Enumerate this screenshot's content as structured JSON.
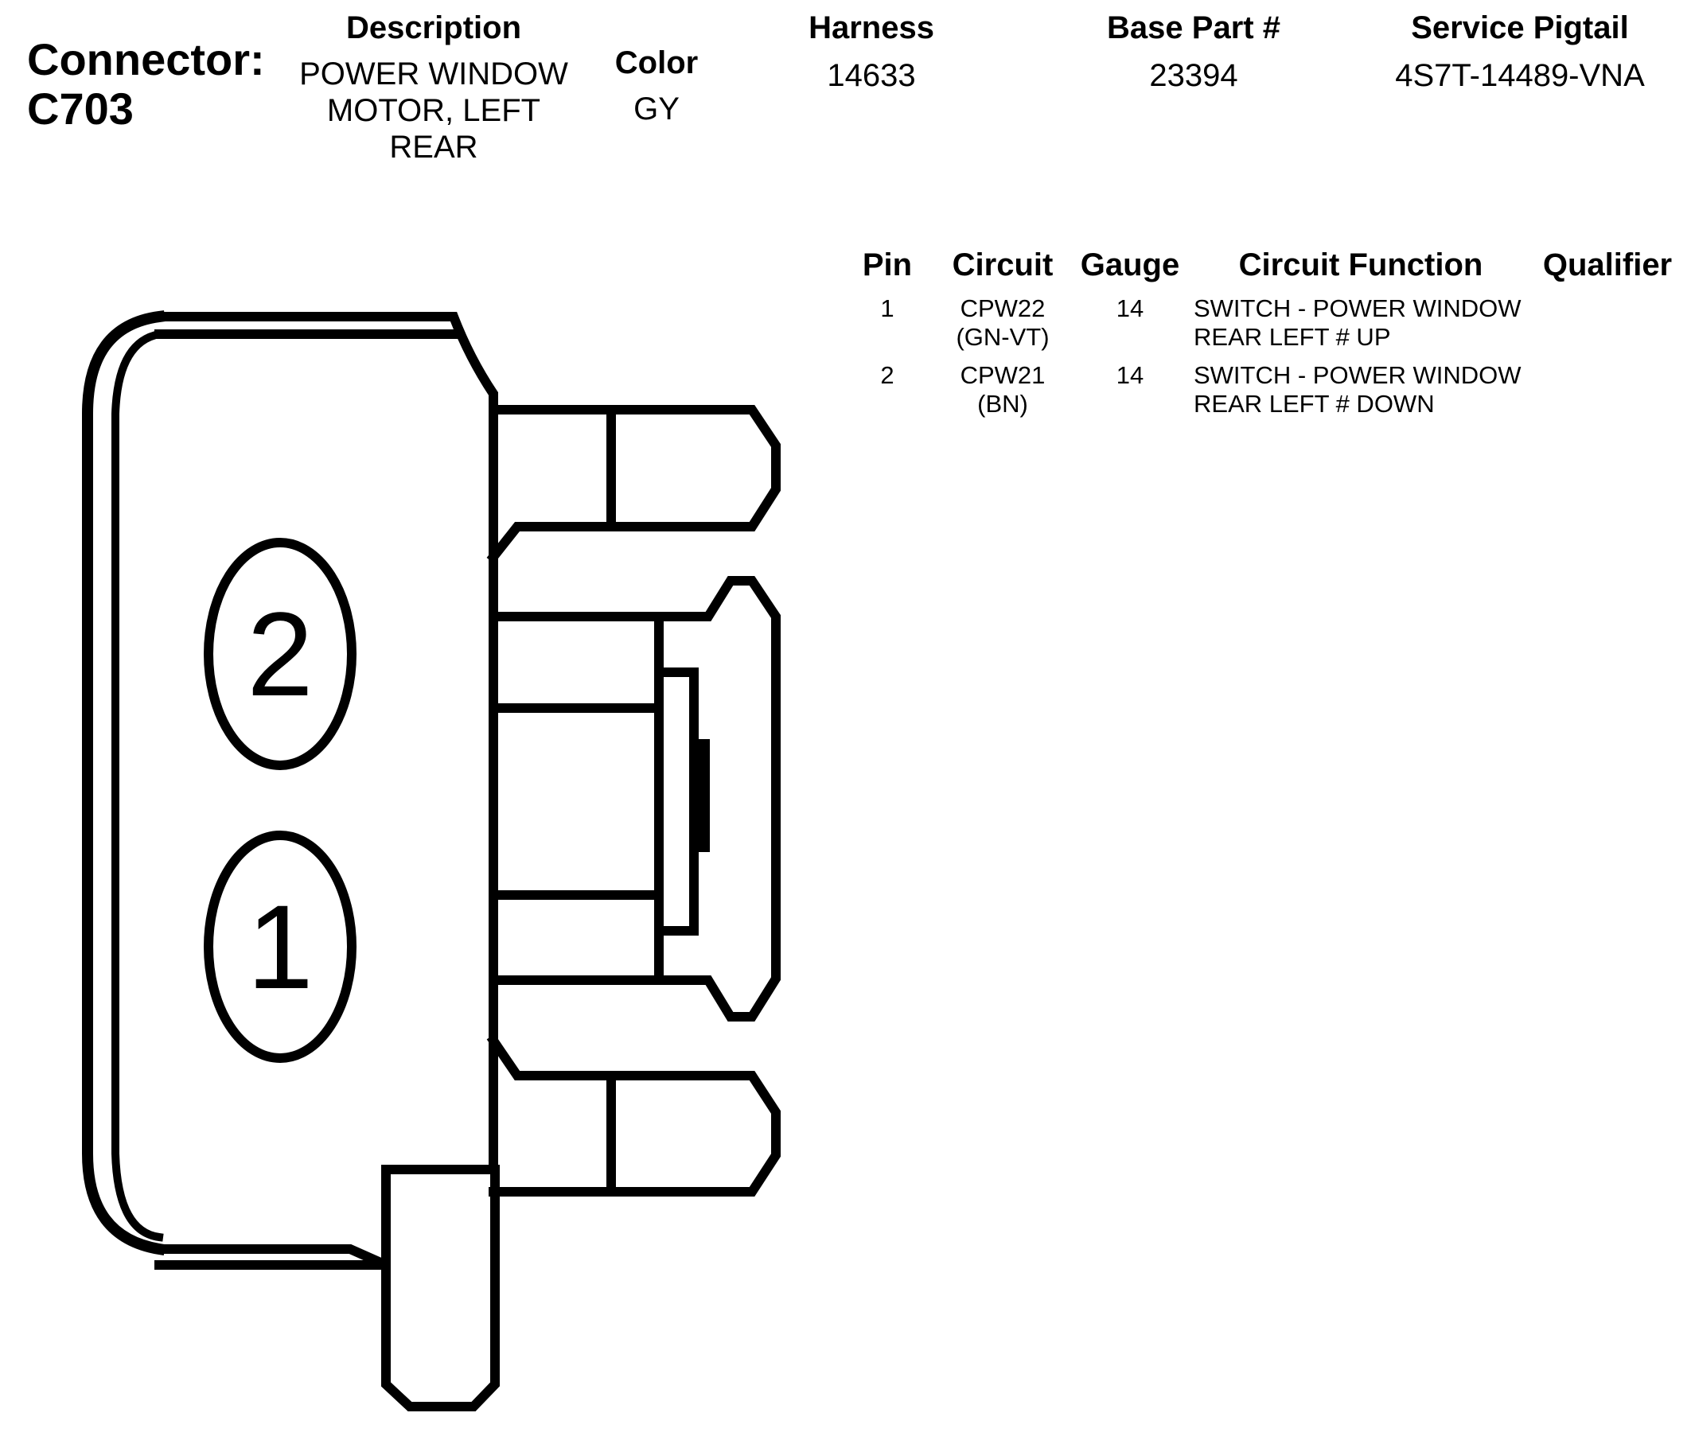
{
  "connector": {
    "label": "Connector:",
    "id": "C703"
  },
  "header": {
    "description_label": "Description",
    "description_value": "POWER WINDOW MOTOR, LEFT REAR",
    "color_label": "Color",
    "color_value": "GY",
    "harness_label": "Harness",
    "harness_value": "14633",
    "base_part_label": "Base Part #",
    "base_part_value": "23394",
    "service_pigtail_label": "Service Pigtail",
    "service_pigtail_value": "4S7T-14489-VNA"
  },
  "pin_table": {
    "columns": [
      "Pin",
      "Circuit",
      "Gauge",
      "Circuit Function",
      "Qualifier"
    ],
    "rows": [
      {
        "pin": "1",
        "circuit_line1": "CPW22",
        "circuit_line2": "(GN-VT)",
        "gauge": "14",
        "function_line1": "SWITCH - POWER WINDOW",
        "function_line2": "REAR LEFT # UP",
        "qualifier": ""
      },
      {
        "pin": "2",
        "circuit_line1": "CPW21",
        "circuit_line2": "(BN)",
        "gauge": "14",
        "function_line1": "SWITCH - POWER WINDOW",
        "function_line2": "REAR LEFT # DOWN",
        "qualifier": ""
      }
    ]
  },
  "diagram": {
    "pin_labels": [
      "2",
      "1"
    ]
  }
}
